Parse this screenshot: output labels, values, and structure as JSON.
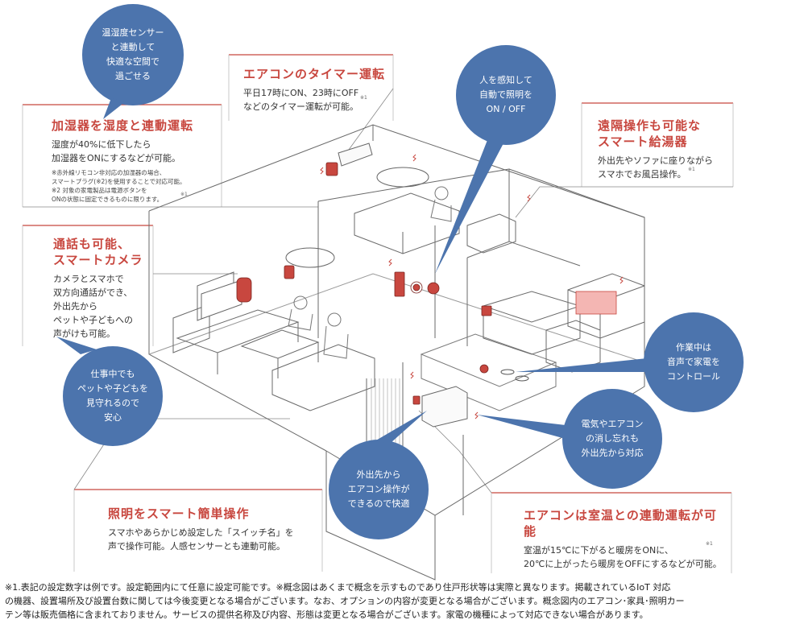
{
  "callouts": {
    "humidifier": {
      "title": "加湿器を湿度と連動運転",
      "lines": [
        "湿度が40%に低下したら",
        "加湿器をONにするなどが可能。"
      ],
      "fine": [
        "※赤外線リモコン非対応の加湿器の場合、",
        "スマートプラグ(※2)を使用することで対応可能。",
        "※2 対象の家電製品は電源ボタンを",
        "ONの状態に固定できるものに限ります。"
      ],
      "mark": "※1"
    },
    "timer": {
      "title": "エアコンのタイマー運転",
      "lines": [
        "平日17時にON、23時にOFF",
        "などのタイマー運転が可能。"
      ],
      "mark": "※1"
    },
    "water_heater": {
      "title_lines": [
        "遠隔操作も可能な",
        "スマート給湯器"
      ],
      "lines": [
        "外出先やソファに座りながら",
        "スマホでお風呂操作。"
      ],
      "mark": "※1"
    },
    "camera": {
      "title_lines": [
        "通話も可能、",
        "スマートカメラ"
      ],
      "lines": [
        "カメラとスマホで",
        "双方向通話ができ、",
        "外出先から",
        "ペットや子どもへの",
        "声がけも可能。"
      ]
    },
    "lighting": {
      "title": "照明をスマート簡単操作",
      "lines": [
        "スマホやあらかじめ設定した「スイッチ名」を",
        "声で操作可能。人感センサーとも連動可能。"
      ]
    },
    "ac_temp": {
      "title": "エアコンは室温との連動運転が可能",
      "lines": [
        "室温が15℃に下がると暖房をONに、",
        "20℃に上がったら暖房をOFFにするなどが可能。"
      ],
      "mark": "※1"
    }
  },
  "bubbles": {
    "sensor": [
      "温湿度センサー",
      "と連動して",
      "快適な空間で",
      "過ごせる"
    ],
    "motion": [
      "人を感知して",
      "自動で照明を",
      "ON / OFF"
    ],
    "watch": [
      "仕事中でも",
      "ペットや子どもを",
      "見守れるので",
      "安心"
    ],
    "outside": [
      "外出先から",
      "エアコン操作が",
      "できるので快適"
    ],
    "voice": [
      "作業中は",
      "音声で家電を",
      "コントロール"
    ],
    "forgot": [
      "電気やエアコン",
      "の消し忘れも",
      "外出先から対応"
    ]
  },
  "footnote": [
    "※1.表記の設定数字は例です。設定範囲内にて任意に設定可能です。※概念図はあくまで概念を示すものであり住戸形状等は実際と異なります。掲載されているIoT 対応",
    "の機器、設置場所及び設置台数に関しては今後変更となる場合がございます。なお、オプションの内容が変更となる場合がございます。概念図内のエアコン･家具･照明カー",
    "テン等は販売価格に含まれておりません。サービスの提供名称及び内容、形態は変更となる場合がございます。家電の機種によって対応できない場合があります。"
  ],
  "colors": {
    "accent": "#c8473f",
    "bubble": "#4c74ad",
    "line": "#555555",
    "device": "#c8473f"
  }
}
